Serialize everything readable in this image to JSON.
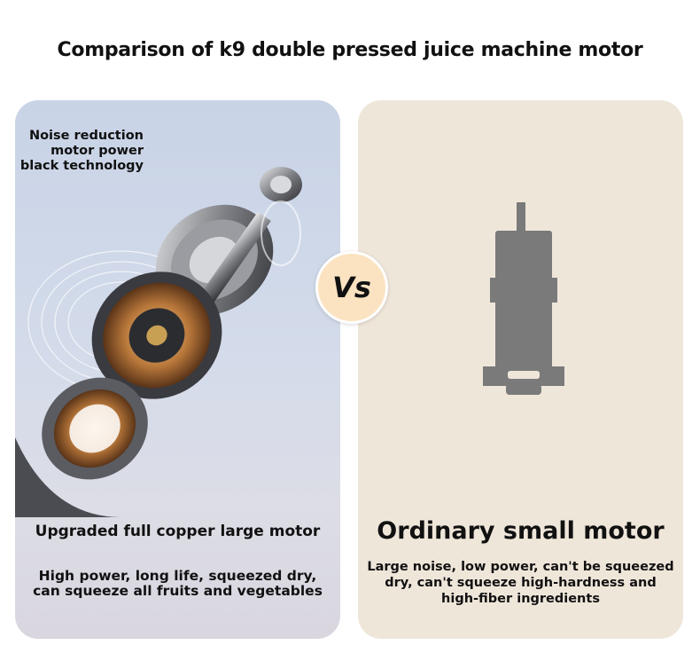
{
  "title": "Comparison of k9 double pressed juice machine motor",
  "left_panel": {
    "badge_lines": [
      "Noise reduction",
      "motor power",
      "black technology"
    ],
    "heading": "Upgraded full copper large motor",
    "description_lines": [
      "High power, long life, squeezed dry,",
      "can squeeze all fruits and vegetables"
    ],
    "background_color": "#ccd6e8"
  },
  "vs_badge": {
    "label": "Vs",
    "color": "#fbe3c2"
  },
  "right_panel": {
    "heading": "Ordinary small motor",
    "description_lines": [
      "Large noise, low power, can't be squeezed",
      "dry, can't squeeze high-hardness and",
      "high-fiber ingredients"
    ],
    "background_color": "#efe6da",
    "silhouette_color": "#7a7a7a"
  }
}
